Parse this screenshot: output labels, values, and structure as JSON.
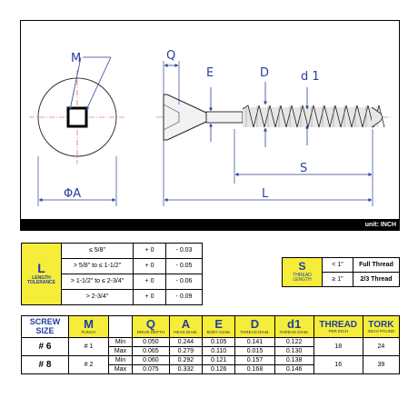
{
  "drawing": {
    "labels": {
      "M": "M",
      "Q": "Q",
      "E": "E",
      "D": "D",
      "d1": "d 1",
      "S": "S",
      "L": "L",
      "phiA": "ΦA"
    },
    "unit": "unit: INCH"
  },
  "length_tolerance": {
    "title": "L",
    "subtitle": "LENGTH TOLERANCE",
    "rows": [
      {
        "range": "≤ 5/8\"",
        "plus": "+ 0",
        "minus": "- 0.03"
      },
      {
        "range": "> 5/8\" to ≤ 1-1/2\"",
        "plus": "+ 0",
        "minus": "- 0.05"
      },
      {
        "range": "> 1-1/2\" to ≤ 2-3/4\"",
        "plus": "+ 0",
        "minus": "- 0.06"
      },
      {
        "range": "> 2-3/4\"",
        "plus": "+ 0",
        "minus": "- 0.09"
      }
    ]
  },
  "thread_length": {
    "title": "S",
    "subtitle": "THREAD LENGTH",
    "rows": [
      {
        "cond": "< 1\"",
        "value": "Full Thread"
      },
      {
        "cond": "≥ 1\"",
        "value": "2/3 Thread"
      }
    ]
  },
  "spec": {
    "headers": [
      {
        "key": "screw",
        "label": "SCREW SIZE",
        "sub": ""
      },
      {
        "key": "M",
        "label": "M",
        "sub": "PUNCH"
      },
      {
        "key": "Q",
        "label": "Q",
        "sub": "DRIVE DEPTH"
      },
      {
        "key": "A",
        "label": "A",
        "sub": "HEAD DIAM."
      },
      {
        "key": "E",
        "label": "E",
        "sub": "BODY DIAM."
      },
      {
        "key": "D",
        "label": "D",
        "sub": "THREAD DIAM."
      },
      {
        "key": "d1",
        "label": "d1",
        "sub": "THREAD DIAM."
      },
      {
        "key": "thread",
        "label": "THREAD",
        "sub": "PER INCH"
      },
      {
        "key": "tork",
        "label": "TORK",
        "sub": "INCH/ POUND"
      }
    ],
    "rows": [
      {
        "size": "# 6",
        "punch": "# 1",
        "min": {
          "label": "Min",
          "Q": "0.050",
          "A": "0.244",
          "E": "0.105",
          "D": "0.141",
          "d1": "0.122"
        },
        "max": {
          "label": "Max",
          "Q": "0.065",
          "A": "0.279",
          "E": "0.110",
          "D": "0.015",
          "d1": "0.130"
        },
        "thread": "18",
        "tork": "24"
      },
      {
        "size": "# 8",
        "punch": "# 2",
        "min": {
          "label": "Min",
          "Q": "0.060",
          "A": "0.292",
          "E": "0.121",
          "D": "0.157",
          "d1": "0.138"
        },
        "max": {
          "label": "Max",
          "Q": "0.075",
          "A": "0.332",
          "E": "0.126",
          "D": "0.168",
          "d1": "0.146"
        },
        "thread": "16",
        "tork": "39"
      }
    ]
  }
}
